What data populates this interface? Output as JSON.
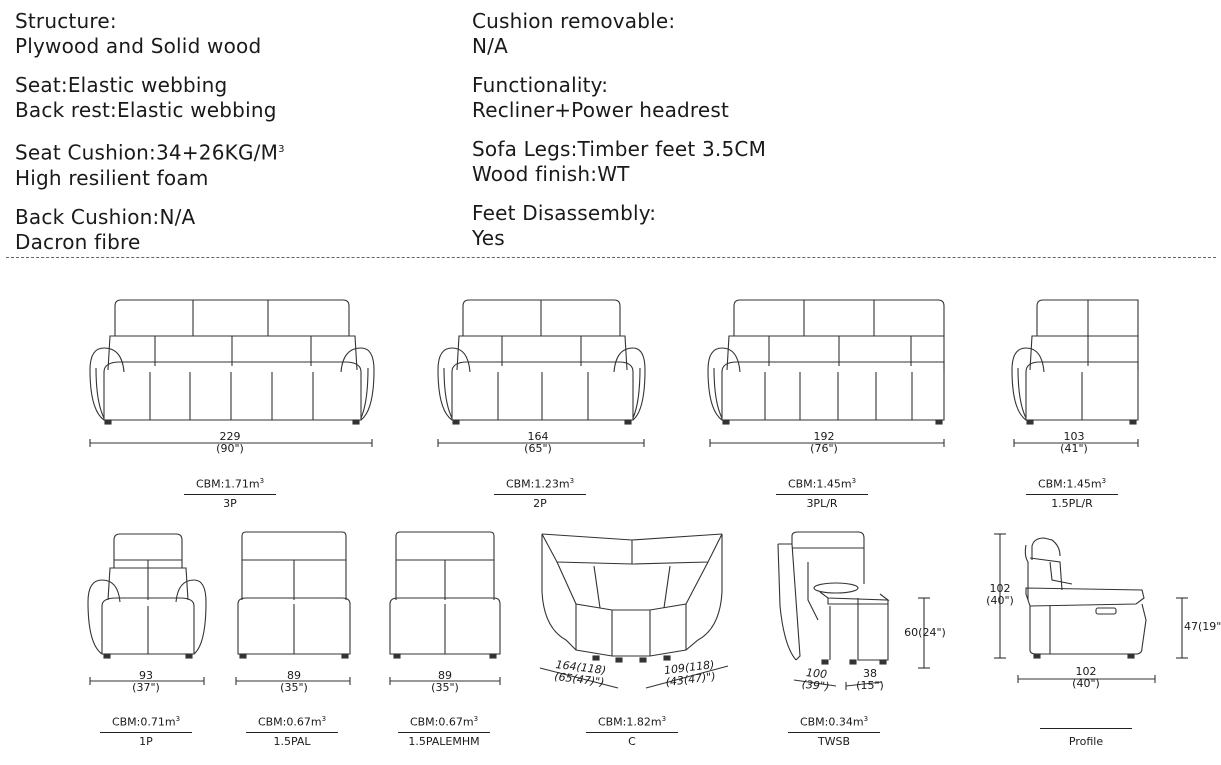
{
  "specs": {
    "left": [
      {
        "label": "Structure:",
        "value": "Plywood and Solid wood"
      },
      {
        "label": "Seat:Elastic webbing",
        "value": "Back rest:Elastic webbing"
      },
      {
        "label": "Seat Cushion:34+26KG/M",
        "sup": "3",
        "value": "High resilient foam"
      },
      {
        "label": "Back Cushion:N/A",
        "value": "Dacron fibre"
      }
    ],
    "right": [
      {
        "label": "Cushion removable:",
        "value": "N/A"
      },
      {
        "label": "Functionality:",
        "value": "Recliner+Power headrest"
      },
      {
        "label": "Sofa Legs:Timber feet 3.5CM",
        "value": "Wood finish:WT"
      },
      {
        "label": "Feet Disassembly:",
        "value": "Yes"
      }
    ]
  },
  "pieces": [
    {
      "code": "3P",
      "cbm": "CBM:1.71m",
      "width_cm": "229",
      "width_in": "(90\")"
    },
    {
      "code": "2P",
      "cbm": "CBM:1.23m",
      "width_cm": "164",
      "width_in": "(65\")"
    },
    {
      "code": "3PL/R",
      "cbm": "CBM:1.45m",
      "width_cm": "192",
      "width_in": "(76\")"
    },
    {
      "code": "1.5PL/R",
      "cbm": "CBM:1.45m",
      "width_cm": "103",
      "width_in": "(41\")"
    },
    {
      "code": "1P",
      "cbm": "CBM:0.71m",
      "width_cm": "93",
      "width_in": "(37\")"
    },
    {
      "code": "1.5PAL",
      "cbm": "CBM:0.67m",
      "width_cm": "89",
      "width_in": "(35\")"
    },
    {
      "code": "1.5PALEMHM",
      "cbm": "CBM:0.67m",
      "width_cm": "89",
      "width_in": "(35\")"
    },
    {
      "code": "C",
      "cbm": "CBM:1.82m",
      "dim_a": "164(118)",
      "dim_a2": "(65(47)\")",
      "dim_b": "109(118)",
      "dim_b2": "(43(47)\")"
    },
    {
      "code": "TWSB",
      "cbm": "CBM:0.34m",
      "width_cm": "100",
      "width_in": "(39\")",
      "dim_b": "38",
      "dim_b2": "(15\")",
      "height": "60(24\")"
    },
    {
      "code": "Profile",
      "cbm": "",
      "width_cm": "102",
      "width_in": "(40\")",
      "height_cm": "102",
      "height_in": "(40\")",
      "seat": "47(19\")"
    }
  ],
  "cbm_sup": "3"
}
